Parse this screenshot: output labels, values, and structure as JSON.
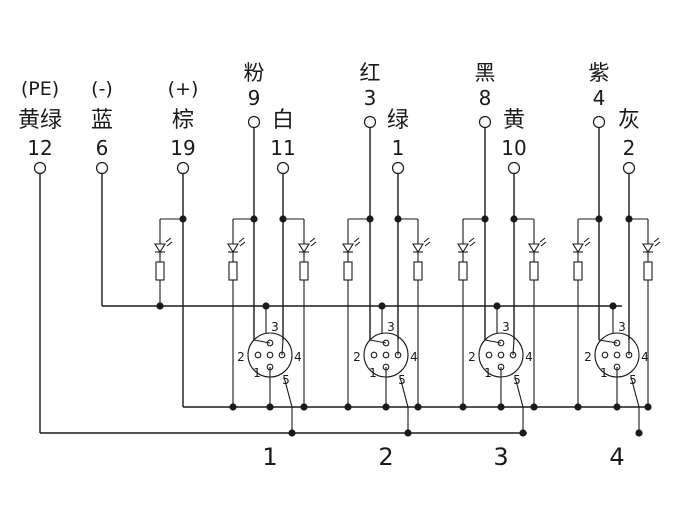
{
  "terminals": [
    {
      "pre": "(PE)",
      "color": "黄绿",
      "num": "12"
    },
    {
      "pre": "(-)",
      "color": "蓝",
      "num": "6"
    },
    {
      "pre": "(+)",
      "color": "棕",
      "num": "19"
    },
    {
      "pre": "粉",
      "color": "",
      "num": "9"
    },
    {
      "pre": "",
      "color": "白",
      "num": "11"
    },
    {
      "pre": "红",
      "color": "",
      "num": "3"
    },
    {
      "pre": "",
      "color": "绿",
      "num": "1"
    },
    {
      "pre": "黑",
      "color": "",
      "num": "8"
    },
    {
      "pre": "",
      "color": "黄",
      "num": "10"
    },
    {
      "pre": "紫",
      "color": "",
      "num": "4"
    },
    {
      "pre": "",
      "color": "灰",
      "num": "2"
    }
  ],
  "pin_labels": [
    "1",
    "2",
    "3",
    "4",
    "5"
  ],
  "ports": [
    "1",
    "2",
    "3",
    "4"
  ]
}
